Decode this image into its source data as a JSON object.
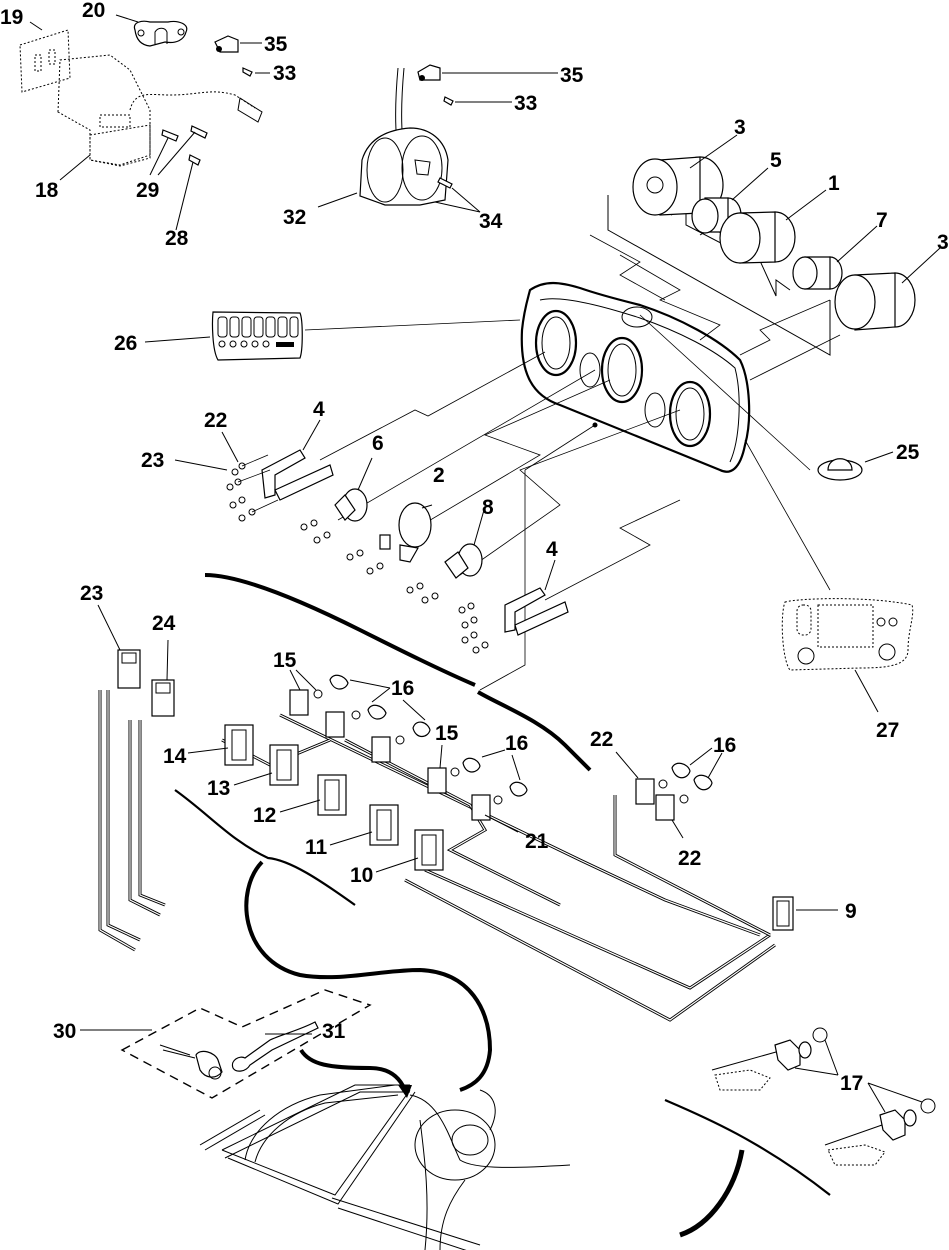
{
  "diagram": {
    "title": "Instrument panel, gauges and wiring harness — exploded parts view",
    "callouts": [
      {
        "id": "c19",
        "label": "19",
        "part": "bracket-plate"
      },
      {
        "id": "c20",
        "label": "20",
        "part": "gasket"
      },
      {
        "id": "c35a",
        "label": "35",
        "part": "clip"
      },
      {
        "id": "c33a",
        "label": "33",
        "part": "screw"
      },
      {
        "id": "c18",
        "label": "18",
        "part": "switch-housing"
      },
      {
        "id": "c29",
        "label": "29",
        "part": "screws"
      },
      {
        "id": "c28",
        "label": "28",
        "part": "screw"
      },
      {
        "id": "c35b",
        "label": "35",
        "part": "clip"
      },
      {
        "id": "c33b",
        "label": "33",
        "part": "screw"
      },
      {
        "id": "c32",
        "label": "32",
        "part": "throttle-control"
      },
      {
        "id": "c34",
        "label": "34",
        "part": "screws"
      },
      {
        "id": "c3a",
        "label": "3",
        "part": "gauge"
      },
      {
        "id": "c5",
        "label": "5",
        "part": "small-gauge"
      },
      {
        "id": "c1",
        "label": "1",
        "part": "gauge"
      },
      {
        "id": "c7",
        "label": "7",
        "part": "small-gauge"
      },
      {
        "id": "c3b",
        "label": "3",
        "part": "gauge"
      },
      {
        "id": "c26",
        "label": "26",
        "part": "indicator-decal"
      },
      {
        "id": "c22a",
        "label": "22",
        "part": "nut"
      },
      {
        "id": "c23a",
        "label": "23",
        "part": "washer"
      },
      {
        "id": "c4a",
        "label": "4",
        "part": "bracket"
      },
      {
        "id": "c6",
        "label": "6",
        "part": "gauge-bracket"
      },
      {
        "id": "c2",
        "label": "2",
        "part": "gauge-bracket"
      },
      {
        "id": "c8",
        "label": "8",
        "part": "gauge-bracket"
      },
      {
        "id": "c4b",
        "label": "4",
        "part": "bracket"
      },
      {
        "id": "c25",
        "label": "25",
        "part": "plug"
      },
      {
        "id": "c27",
        "label": "27",
        "part": "panel-decal"
      },
      {
        "id": "c23b",
        "label": "23",
        "part": "connector"
      },
      {
        "id": "c24",
        "label": "24",
        "part": "connector"
      },
      {
        "id": "c15a",
        "label": "15",
        "part": "socket"
      },
      {
        "id": "c16a",
        "label": "16",
        "part": "bulb"
      },
      {
        "id": "c14",
        "label": "14",
        "part": "connector"
      },
      {
        "id": "c13",
        "label": "13",
        "part": "connector"
      },
      {
        "id": "c12",
        "label": "12",
        "part": "connector"
      },
      {
        "id": "c11",
        "label": "11",
        "part": "connector"
      },
      {
        "id": "c10",
        "label": "10",
        "part": "connector"
      },
      {
        "id": "c15b",
        "label": "15",
        "part": "socket"
      },
      {
        "id": "c16b",
        "label": "16",
        "part": "bulb"
      },
      {
        "id": "c21",
        "label": "21",
        "part": "socket"
      },
      {
        "id": "c22b",
        "label": "22",
        "part": "socket"
      },
      {
        "id": "c16c",
        "label": "16",
        "part": "bulb"
      },
      {
        "id": "c22c",
        "label": "22",
        "part": "socket"
      },
      {
        "id": "c9",
        "label": "9",
        "part": "connector"
      },
      {
        "id": "c30",
        "label": "30",
        "part": "ignition-switch-kit"
      },
      {
        "id": "c31",
        "label": "31",
        "part": "key"
      },
      {
        "id": "c17",
        "label": "17",
        "part": "switch"
      }
    ]
  }
}
